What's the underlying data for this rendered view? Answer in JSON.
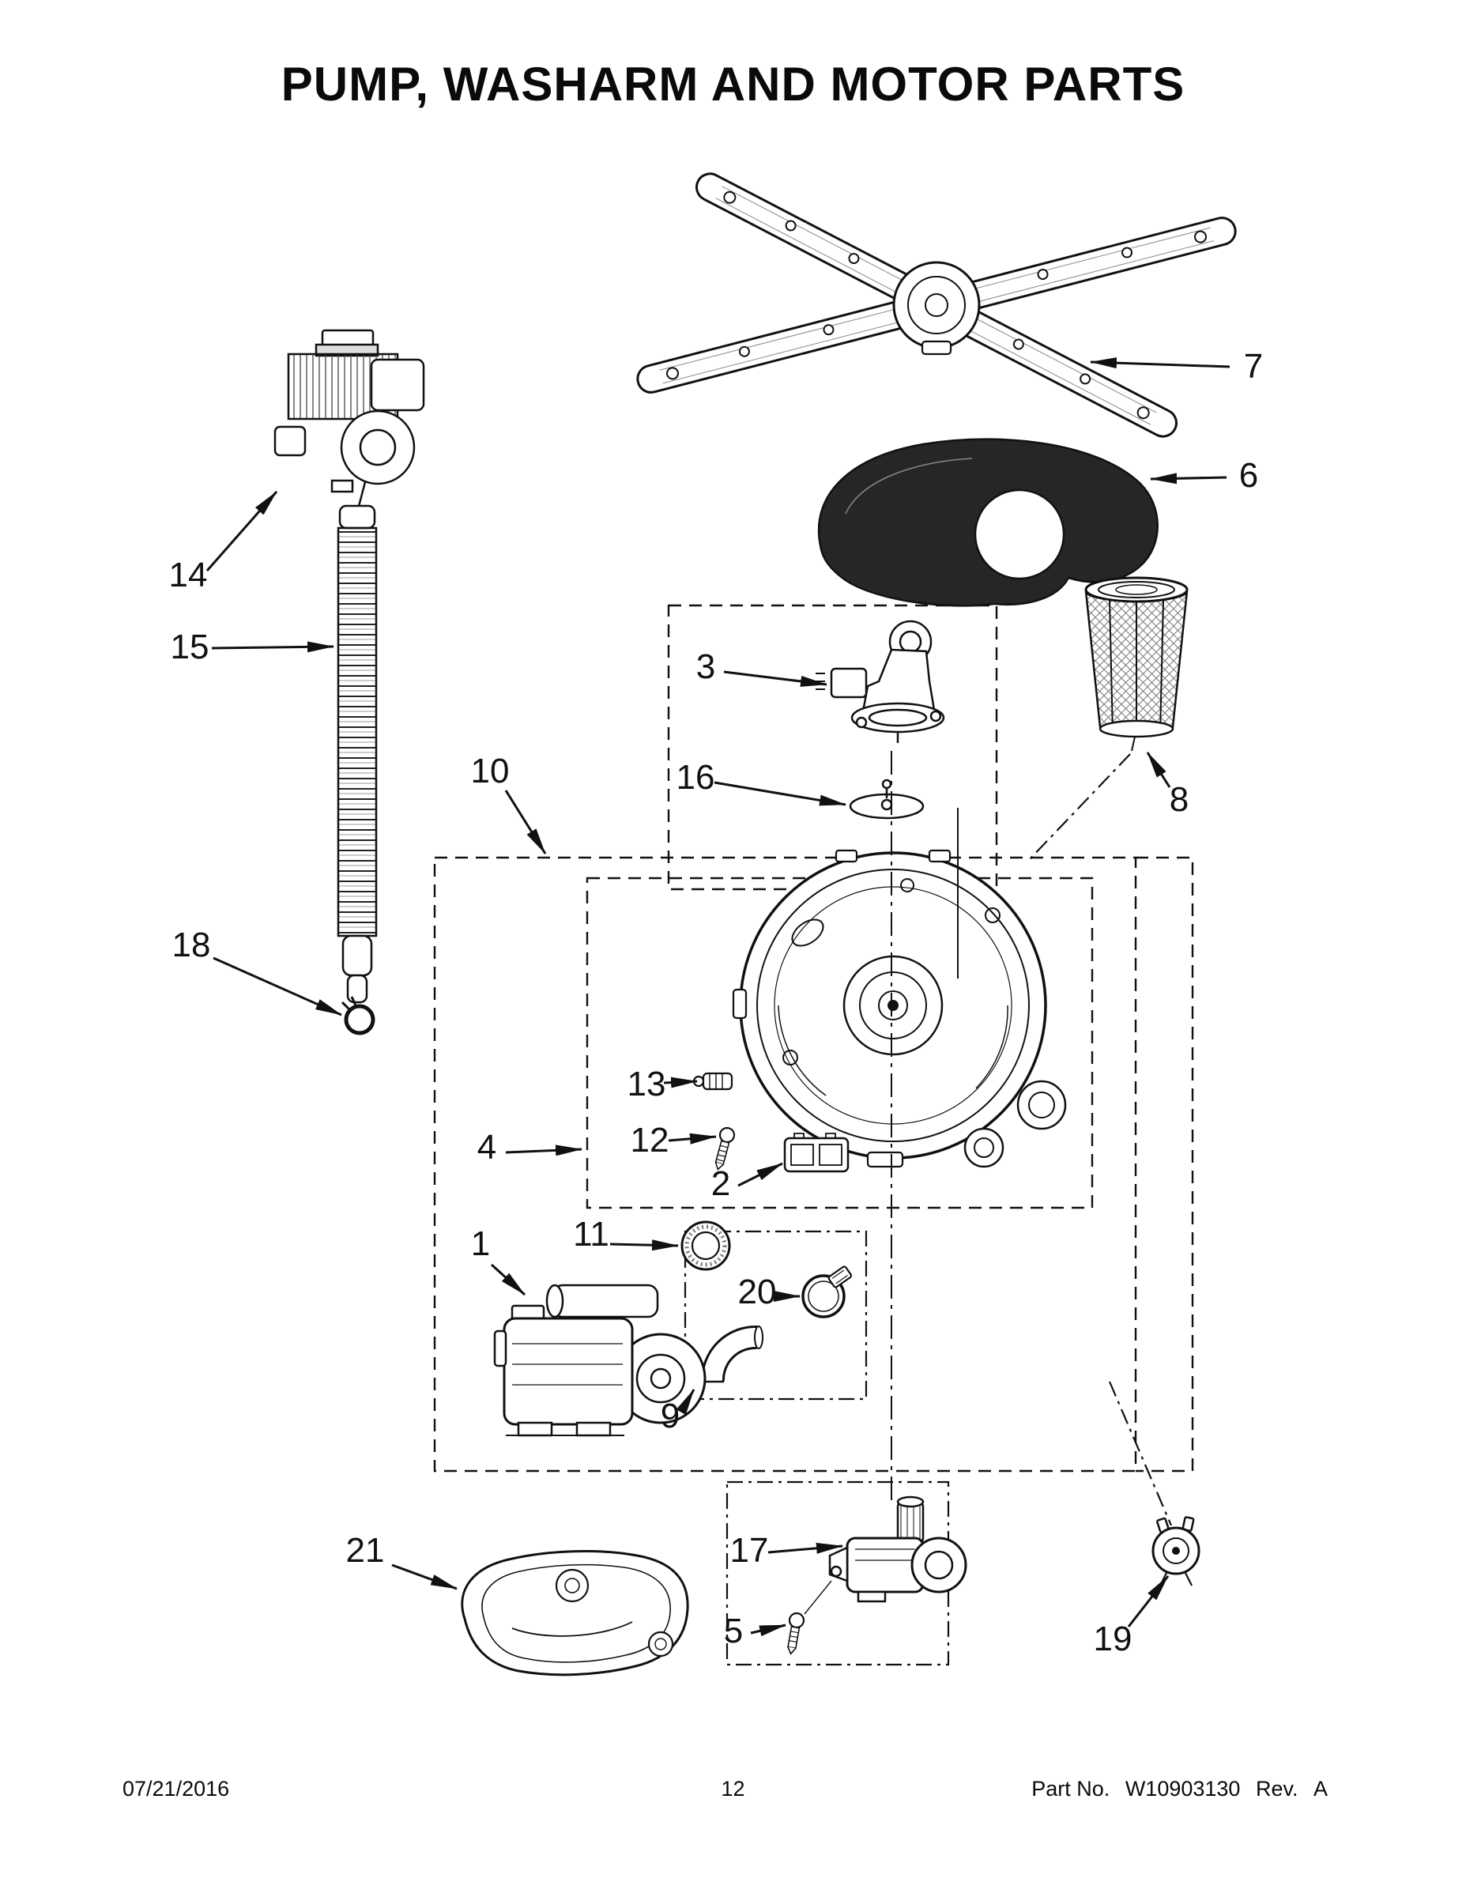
{
  "title": "PUMP, WASHARM AND MOTOR PARTS",
  "callouts": {
    "1": "1",
    "2": "2",
    "3": "3",
    "4": "4",
    "5": "5",
    "6": "6",
    "7": "7",
    "8": "8",
    "9": "9",
    "10": "10",
    "11": "11",
    "12": "12",
    "13": "13",
    "14": "14",
    "15": "15",
    "16": "16",
    "17": "17",
    "18": "18",
    "19": "19",
    "20": "20",
    "21": "21"
  },
  "footer": {
    "date": "07/21/2016",
    "page": "12",
    "part_label": "Part No.",
    "part_number": "W10903130",
    "rev_label": "Rev.",
    "rev_value": "A"
  },
  "colors": {
    "line": "#111111",
    "plate_fill": "#262626",
    "background": "#ffffff"
  }
}
